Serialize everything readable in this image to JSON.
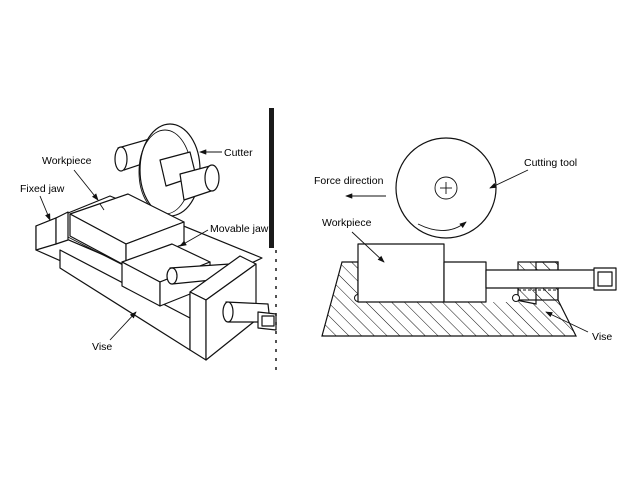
{
  "left_figure": {
    "labels": {
      "cutter": "Cutter",
      "workpiece": "Workpiece",
      "fixed_jaw": "Fixed jaw",
      "movable_jaw": "Movable jaw",
      "vise": "Vise"
    }
  },
  "right_figure": {
    "labels": {
      "force_direction": "Force direction",
      "cutting_tool": "Cutting tool",
      "workpiece": "Workpiece",
      "vise": "Vise"
    }
  },
  "colors": {
    "ink": "#111111",
    "background": "#ffffff",
    "divider": "#1a1a1a"
  }
}
